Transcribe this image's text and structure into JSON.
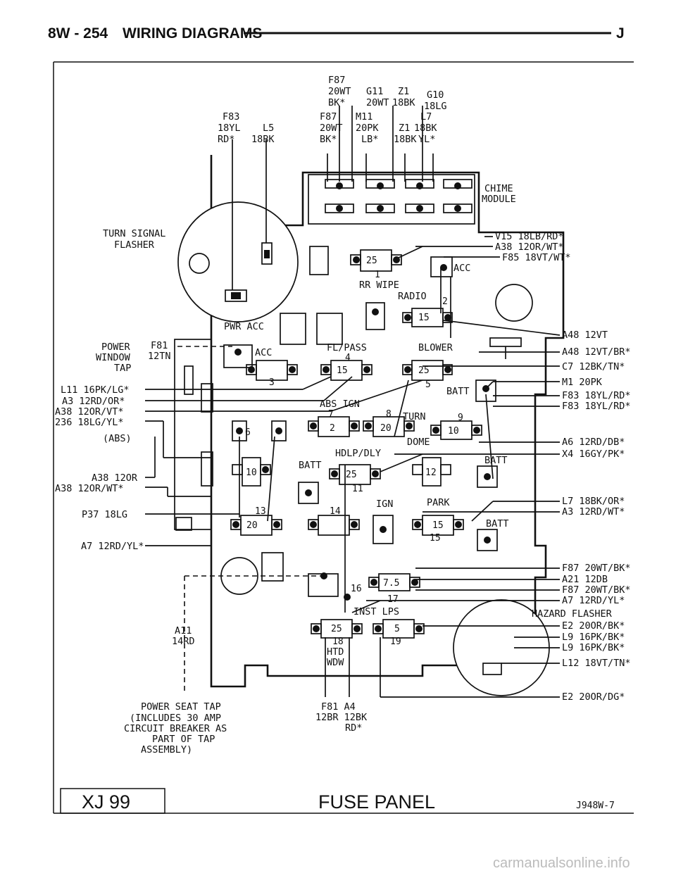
{
  "header": {
    "section": "8W - 254",
    "title": "WIRING DIAGRAMS",
    "suffix": "J"
  },
  "footer": {
    "model": "XJ 99",
    "title": "FUSE PANEL",
    "code": "J948W-7"
  },
  "watermark": "carmanualsonline.info",
  "labels": {
    "turn_signal_flasher": [
      "TURN SIGNAL",
      "FLASHER"
    ],
    "chime_module": [
      "CHIME",
      "MODULE"
    ],
    "power_window_tap": [
      "POWER",
      "WINDOW",
      "TAP"
    ],
    "f81_12tn": [
      "F81",
      "12TN"
    ],
    "abs": "(ABS)",
    "power_seat_tap": [
      "POWER SEAT TAP",
      "(INCLUDES 30 AMP",
      "CIRCUIT BREAKER AS",
      "PART OF TAP",
      "ASSEMBLY)"
    ],
    "a11": [
      "A11",
      "14RD"
    ],
    "f81_a4": [
      "F81  A4",
      "12BR 12BK",
      "RD*"
    ],
    "hazard_flasher": "HAZARD FLASHER"
  },
  "top_wires": [
    [
      "F87",
      "20WT",
      "BK*"
    ],
    [
      "G11",
      "20WT"
    ],
    [
      "Z1",
      "18BK"
    ],
    [
      "G10",
      "18LG"
    ]
  ],
  "top_wires2": [
    [
      "F83",
      "18YL",
      "RD*"
    ],
    [
      "L5",
      "18BK"
    ],
    [
      "F87",
      "20WT",
      "BK*"
    ],
    [
      "M11",
      "20PK",
      "LB*"
    ],
    [
      "Z1",
      "18BK"
    ],
    [
      "L7",
      "18BK",
      "YL*"
    ]
  ],
  "right_wires": [
    "V15 18LB/RD*",
    "A38 12OR/WT*",
    "F85 18VT/WT*",
    "A48 12VT",
    "A48 12VT/BR*",
    "C7 12BK/TN*",
    "M1 20PK",
    "F83 18YL/RD*",
    "F83 18YL/RD*",
    "A6 12RD/DB*",
    "X4 16GY/PK*",
    "L7 18BK/OR*",
    "A3 12RD/WT*",
    "F87 20WT/BK*",
    "A21 12DB",
    "F87 20WT/BK*",
    "A7 12RD/YL*",
    "E2 20OR/BK*",
    "L9 16PK/BK*",
    "L9 16PK/BK*",
    "L12 18VT/TN*",
    "E2 20OR/DG*"
  ],
  "left_wires": [
    "L11 16PK/LG*",
    "A3 12RD/OR*",
    "A38 12OR/VT*",
    "236 18LG/YL*",
    "A38 12OR",
    "A38 12OR/WT*",
    "P37 18LG",
    "A7 12RD/YL*"
  ],
  "fuse_labels": {
    "rr_wipe": "RR WIPE",
    "radio": "RADIO",
    "pwr_acc": "PWR ACC",
    "acc": "ACC",
    "acc2": "ACC",
    "fl_pass": "FL/PASS",
    "blower": "BLOWER",
    "batt": "BATT",
    "abs_ign": "ABS  IGN",
    "turn": "TURN",
    "dome": "DOME",
    "hdlp_dly": "HDLP/DLY",
    "batt2": "BATT",
    "batt3": "BATT",
    "ign": "IGN",
    "park": "PARK",
    "batt4": "BATT",
    "inst_lps": "INST LPS",
    "htd": "HTD",
    "wdw": "WDW"
  },
  "fuse_numbers": {
    "f1": "1",
    "f25a": "25",
    "f2": "2",
    "f15a": "15",
    "f3": "3",
    "f4": "4",
    "f15b": "15",
    "f25b": "25",
    "f5": "5",
    "f7": "7",
    "f8": "8",
    "f20a": "20",
    "f9": "9",
    "f10a": "10",
    "f6": "6",
    "f10b": "10",
    "f25c": "25",
    "f11": "11",
    "f12": "12",
    "f13": "13",
    "f20b": "20",
    "f14": "14",
    "f15c": "15",
    "f15d": "15",
    "f16": "16",
    "f75": "7.5",
    "f17": "17",
    "f25d": "25",
    "f18": "18",
    "f5b": "5",
    "f19": "19"
  }
}
